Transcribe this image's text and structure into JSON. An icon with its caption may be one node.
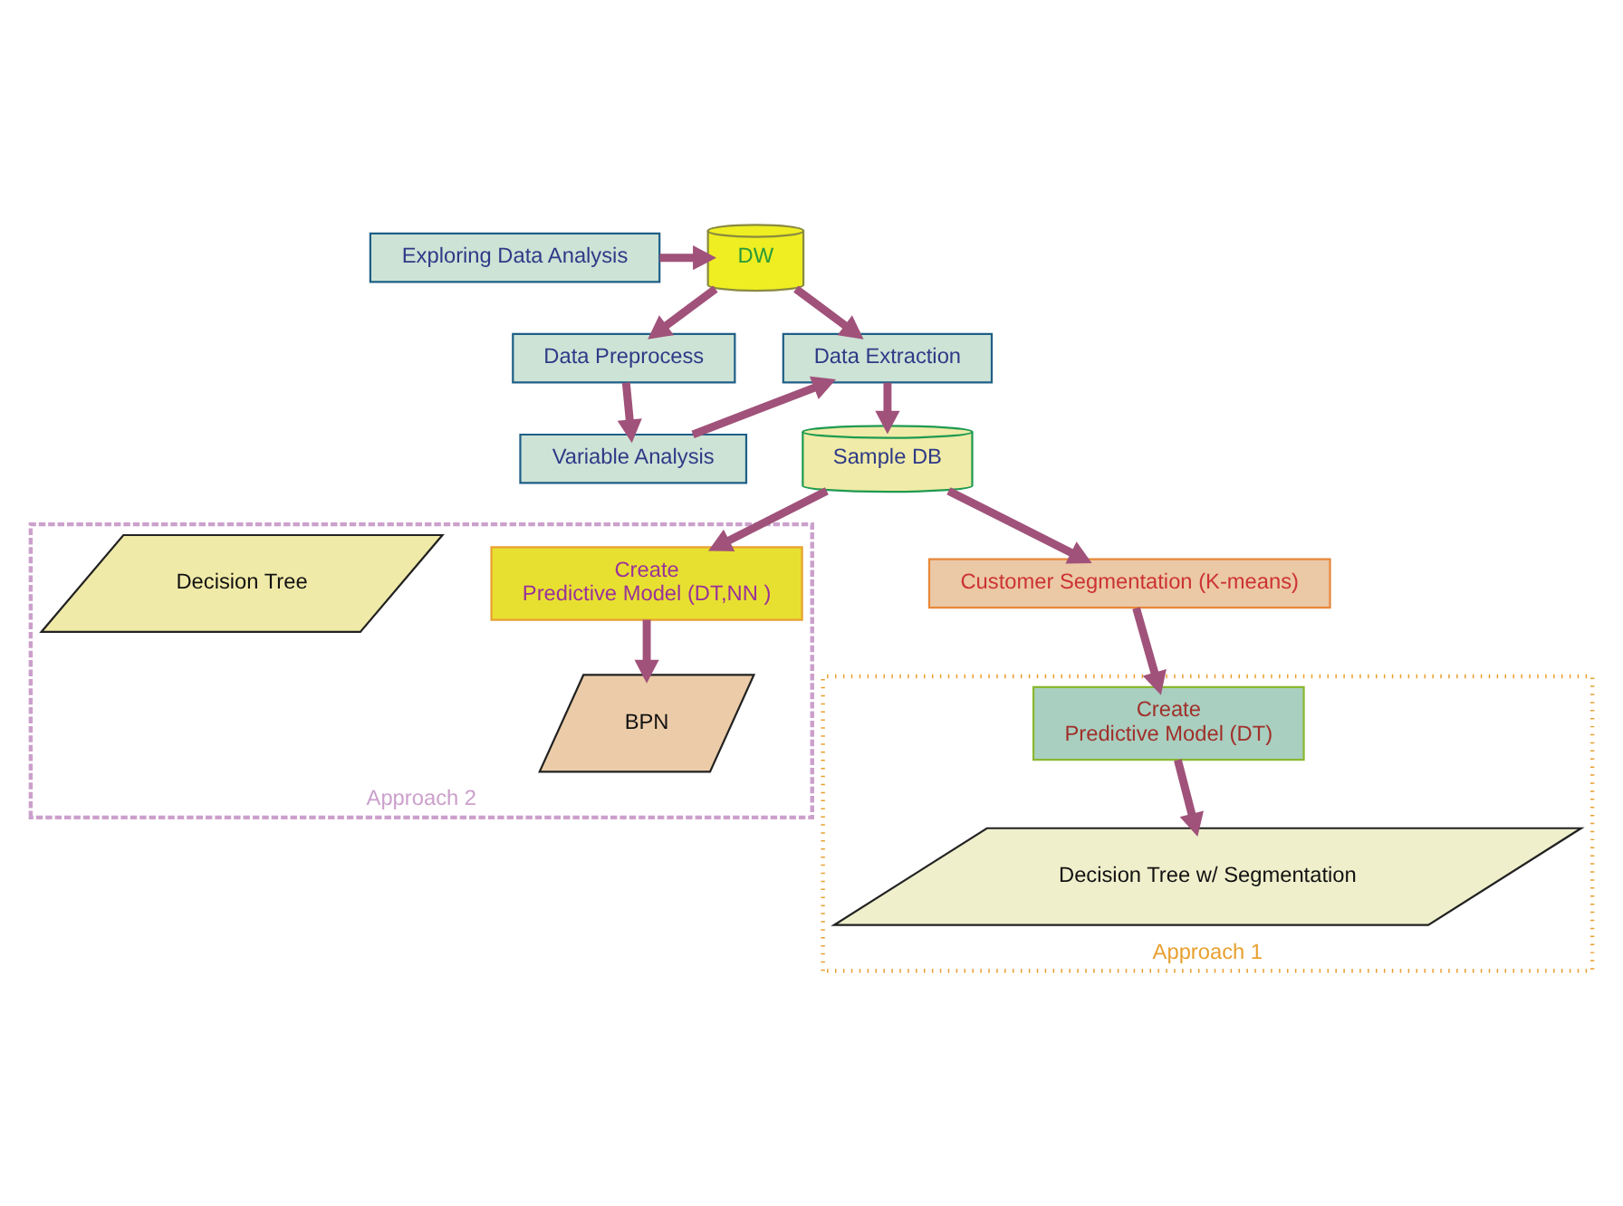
{
  "diagram": {
    "nodes": [
      {
        "text": [
          "Exploring Data Analysis"
        ]
      },
      {
        "text": [
          "DW"
        ]
      },
      {
        "text": [
          "Data Preprocess"
        ]
      },
      {
        "text": [
          "Data Extraction"
        ]
      },
      {
        "text": [
          "Variable Analysis"
        ]
      },
      {
        "text": [
          "Sample DB"
        ]
      },
      {
        "text": [
          "Customer Segmentation (K-means)"
        ]
      },
      {
        "text": [
          "Approach 1"
        ]
      },
      {
        "text": [
          "Create",
          "Predictive Model (DT)"
        ],
        "in": 7
      },
      {
        "text": [
          "Decision Tree w/ Segmentation"
        ],
        "in": 7
      },
      {
        "text": [
          "Approach 2"
        ]
      },
      {
        "text": [
          "Create",
          "Predictive Model (DT,NN )"
        ],
        "in": 10
      },
      {
        "text": [
          "BPN"
        ],
        "in": 10
      },
      {
        "text": [
          "Decision Tree"
        ],
        "in": 10
      }
    ],
    "edges": [
      {
        "from": 0,
        "to": 1,
        "arrow": "to"
      },
      {
        "from": 1,
        "to": 2,
        "arrow": "to"
      },
      {
        "from": 1,
        "to": 3,
        "arrow": "to"
      },
      {
        "from": 2,
        "to": 4,
        "arrow": "to"
      },
      {
        "from": 4,
        "to": 3,
        "arrow": "to"
      },
      {
        "from": 3,
        "to": 5,
        "arrow": "to"
      },
      {
        "from": 5,
        "to": 6,
        "arrow": "to"
      },
      {
        "from": 5,
        "to": 11,
        "arrow": "to"
      },
      {
        "from": 6,
        "to": 8,
        "arrow": "to"
      },
      {
        "from": 8,
        "to": 9,
        "arrow": "to"
      },
      {
        "from": 11,
        "to": 12,
        "arrow": "to"
      }
    ]
  }
}
